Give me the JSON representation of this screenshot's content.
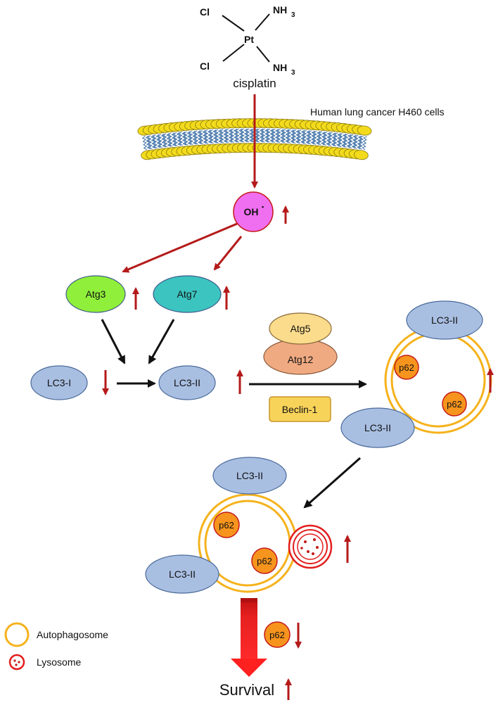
{
  "molecule": {
    "cl_top": "Cl",
    "cl_bottom": "Cl",
    "pt": "Pt",
    "nh3_top": "NH",
    "nh3_top_sub": "3",
    "nh3_bottom": "NH",
    "nh3_bottom_sub": "3",
    "name": "cisplatin"
  },
  "cell_label": "Human lung cancer H460 cells",
  "oh_label": "OH",
  "oh_superscript": "•",
  "atg3": "Atg3",
  "atg7": "Atg7",
  "lc3_i": "LC3-I",
  "lc3_ii_center": "LC3-II",
  "atg5": "Atg5",
  "atg12": "Atg12",
  "beclin": "Beclin-1",
  "autophagosome_top": {
    "lc3_top": "LC3-II",
    "lc3_bottom": "LC3-II",
    "p62_a": "p62",
    "p62_b": "p62"
  },
  "autolysosome": {
    "lc3_top": "LC3-II",
    "lc3_bottom": "LC3-II",
    "p62_a": "p62",
    "p62_b": "p62"
  },
  "p62_final": "p62",
  "survival": "Survival",
  "legend": {
    "autophagosome": "Autophagosome",
    "lysosome": "Lysosome"
  },
  "colors": {
    "arrow_red": "#b41a1a",
    "big_arrow": "#e41b1b",
    "oh_fill": "#f06ef0",
    "atg3_fill": "#8fef3a",
    "atg7_fill": "#3cc4c0",
    "lc3_fill": "#a9bfe2",
    "atg5_fill": "#fbdc8c",
    "atg12_fill": "#f0aa82",
    "beclin_fill": "#f8d35a",
    "p62_fill": "#f7941d",
    "autophagosome_ring": "#f5b21c",
    "lysosome_ring": "#e31d1d",
    "membrane_head": "#f3db1c"
  }
}
